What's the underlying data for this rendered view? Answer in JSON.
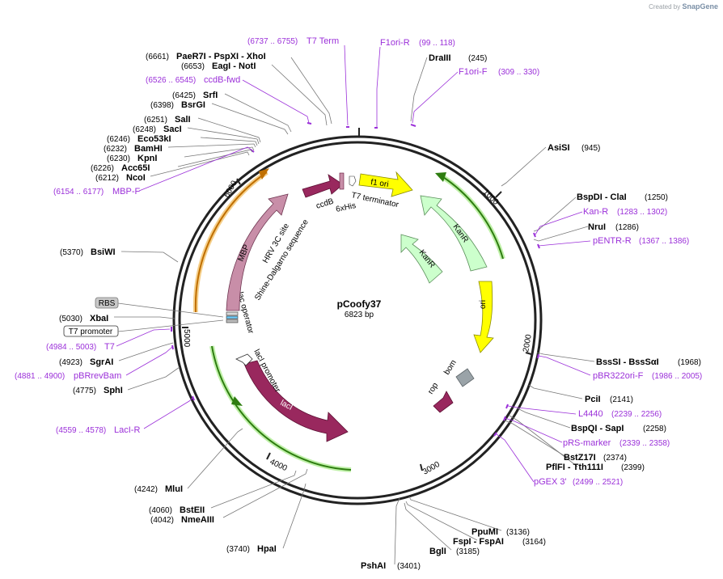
{
  "credit": {
    "prefix": "Created by",
    "brand": "SnapGene"
  },
  "plasmid": {
    "name": "pCoofy37",
    "length": "6823 bp"
  },
  "colors": {
    "ring": "#222222",
    "enzyme_line": "#777777",
    "primer": "#9b30d9",
    "feature_ori": "#ffff00",
    "feature_kan": "#ccffcc",
    "feature_lacI": "#99285e",
    "feature_mbp": "#c88ea8",
    "feature_grey": "#9aa3a8",
    "feature_green_arc": "#2e7d10",
    "feature_orange_arc": "#e8a33b"
  },
  "ticks": [
    "1000",
    "2000",
    "3000",
    "4000",
    "5000",
    "6000"
  ],
  "enzymes": [
    {
      "pos": "(6661)",
      "text": "PaeR7I - PspXI - XhoI"
    },
    {
      "pos": "(6653)",
      "text": "EagI - NotI"
    },
    {
      "pos": "(6425)",
      "text": "SrfI"
    },
    {
      "pos": "(6398)",
      "text": "BsrGI"
    },
    {
      "pos": "(6251)",
      "text": "SalI"
    },
    {
      "pos": "(6248)",
      "text": "SacI"
    },
    {
      "pos": "(6246)",
      "text": "Eco53kI"
    },
    {
      "pos": "(6232)",
      "text": "BamHI"
    },
    {
      "pos": "(6230)",
      "text": "KpnI"
    },
    {
      "pos": "(6226)",
      "text": "Acc65I"
    },
    {
      "pos": "(6212)",
      "text": "NcoI"
    },
    {
      "pos": "(5370)",
      "text": "BsiWI"
    },
    {
      "pos": "(5030)",
      "text": "XbaI"
    },
    {
      "pos": "(4923)",
      "text": "SgrAI"
    },
    {
      "pos": "(4775)",
      "text": "SphI"
    },
    {
      "pos": "(4242)",
      "text": "MluI"
    },
    {
      "pos": "(4060)",
      "text": "BstEII"
    },
    {
      "pos": "(4042)",
      "text": "NmeAIII"
    },
    {
      "pos": "(3740)",
      "text": "HpaI"
    },
    {
      "pos": "(3401)",
      "text": "PshAI"
    },
    {
      "pos": "(3185)",
      "text": "BglI"
    },
    {
      "pos": "(3164)",
      "text": "FspI - FspAI"
    },
    {
      "pos": "(3136)",
      "text": "PpuMI"
    },
    {
      "pos": "(2399)",
      "text": "PflFI - Tth111I"
    },
    {
      "pos": "(2374)",
      "text": "BstZ17I"
    },
    {
      "pos": "(2258)",
      "text": "BspQI - SapI"
    },
    {
      "pos": "(2141)",
      "text": "PciI"
    },
    {
      "pos": "(1968)",
      "text": "BssSI - BssSαI"
    },
    {
      "pos": "(1286)",
      "text": "NruI"
    },
    {
      "pos": "(1250)",
      "text": "BspDI - ClaI"
    },
    {
      "pos": "(945)",
      "text": "AsiSI"
    },
    {
      "pos": "(245)",
      "text": "DraIII"
    }
  ],
  "primers": [
    {
      "name": "T7 Term",
      "pos": "(6737 .. 6755)"
    },
    {
      "name": "F1ori-R",
      "pos": "(99 .. 118)"
    },
    {
      "name": "F1ori-F",
      "pos": "(309 .. 330)"
    },
    {
      "name": "ccdB-fwd",
      "pos": "(6526 .. 6545)"
    },
    {
      "name": "MBP-F",
      "pos": "(6154 .. 6177)"
    },
    {
      "name": "Kan-R",
      "pos": "(1283 .. 1302)"
    },
    {
      "name": "pENTR-R",
      "pos": "(1367 .. 1386)"
    },
    {
      "name": "T7",
      "pos": "(4984 .. 5003)"
    },
    {
      "name": "pBRrevBam",
      "pos": "(4881 .. 4900)"
    },
    {
      "name": "LacI-R",
      "pos": "(4559 .. 4578)"
    },
    {
      "name": "pBR322ori-F",
      "pos": "(1986 .. 2005)"
    },
    {
      "name": "L4440",
      "pos": "(2239 .. 2256)"
    },
    {
      "name": "pRS-marker",
      "pos": "(2339 .. 2358)"
    },
    {
      "name": "pGEX 3'",
      "pos": "(2499 .. 2521)"
    }
  ],
  "boxed": {
    "rbs": "RBS",
    "t7promoter": "T7 promoter"
  },
  "features": {
    "f1ori": "f1 ori",
    "kanr": "KanR",
    "ori": "ori",
    "bom": "bom",
    "rop": "rop",
    "laci": "lacI",
    "laci_promoter": "lacI promoter",
    "lac_operator": "lac operator",
    "mbp": "MBP",
    "hrv": "HRV 3C site",
    "shine": "Shine-Dalgarno sequence",
    "ccdb": "ccdB",
    "his": "6xHis",
    "t7term": "T7 terminator"
  }
}
